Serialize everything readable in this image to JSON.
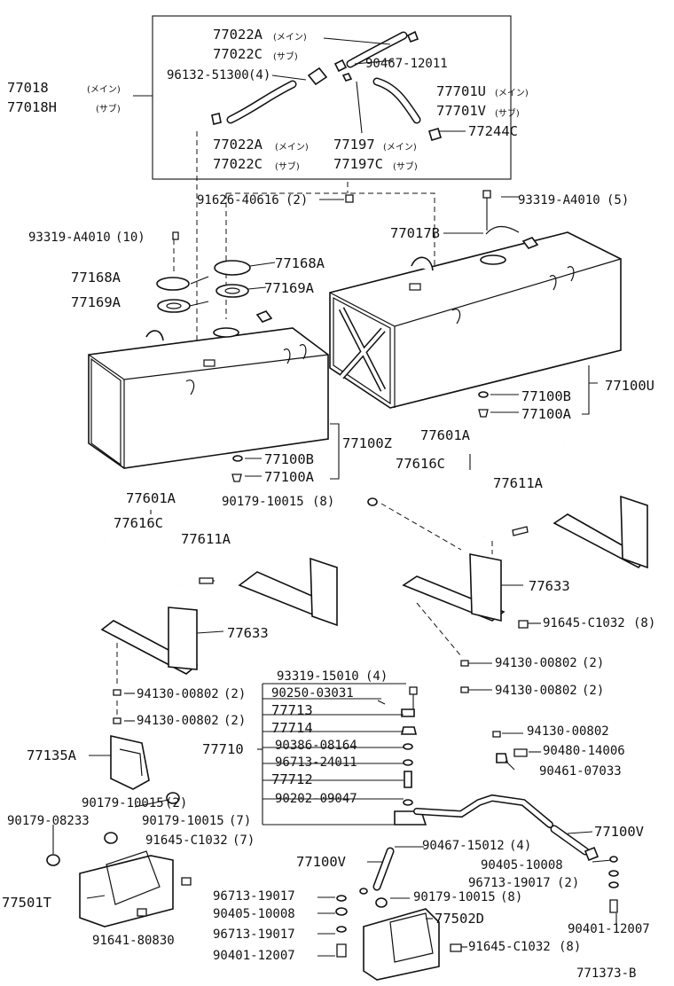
{
  "diagram": {
    "footer_code": "771373-B",
    "labels": {
      "l_77022A_top": "77022A",
      "l_77022C_top": "77022C",
      "l_main": "(メイン)",
      "l_sub": "(サブ)",
      "l_96132": "96132-51300",
      "l_96132_qty": "(4)",
      "l_90467_12011": "90467-12011",
      "l_77018": "77018",
      "l_77018H": "77018H",
      "l_77701U": "77701U",
      "l_77701V": "77701V",
      "l_77244C": "77244C",
      "l_77022A_bot": "77022A",
      "l_77022C_bot": "77022C",
      "l_77197": "77197",
      "l_77197C": "77197C",
      "l_91626": "91626-40616",
      "l_qty2": "(2)",
      "l_93319_5": "93319-A4010",
      "l_qty5": "(5)",
      "l_93319_10": "93319-A4010",
      "l_qty10": "(10)",
      "l_77017B": "77017B",
      "l_77168A_l": "77168A",
      "l_77168A_r": "77168A",
      "l_77169A_l": "77169A",
      "l_77169A_r": "77169A",
      "l_77100B_r": "77100B",
      "l_77100A_r": "77100A",
      "l_77100U": "77100U",
      "l_77100Z": "77100Z",
      "l_77100B_l": "77100B",
      "l_77100A_l": "77100A",
      "l_77601A_r": "77601A",
      "l_77616C_r": "77616C",
      "l_77611A_r": "77611A",
      "l_77601A_l": "77601A",
      "l_77616C_l": "77616C",
      "l_77611A_l": "77611A",
      "l_90179_8": "90179-10015",
      "l_qty8": "(8)",
      "l_77633_l": "77633",
      "l_77633_r": "77633",
      "l_91645_8": "91645-C1032",
      "l_94130_2_r1": "94130-00802",
      "l_94130_2_r2": "94130-00802",
      "l_93319_15010": "93319-15010",
      "l_qty4": "(4)",
      "l_94130_2_l1": "94130-00802",
      "l_90250": "90250-03031",
      "l_77713": "77713",
      "l_94130_2_l2": "94130-00802",
      "l_77714": "77714",
      "l_94130_00802": "94130-00802",
      "l_77710": "77710",
      "l_90386": "90386-08164",
      "l_90480": "90480-14006",
      "l_77135A": "77135A",
      "l_96713_24011": "96713-24011",
      "l_90461": "90461-07033",
      "l_77712": "77712",
      "l_90202": "90202-09047",
      "l_90179_2": "90179-10015",
      "l_77100V_r": "77100V",
      "l_90179_08233": "90179-08233",
      "l_90179_7": "90179-10015",
      "l_qty7": "(7)",
      "l_90467_15012": "90467-15012",
      "l_91645_7": "91645-C1032",
      "l_77100V_l": "77100V",
      "l_90405_r": "90405-10008",
      "l_96713_19017_a": "96713-19017",
      "l_90179_8b": "90179-10015",
      "l_96713_19017_r": "96713-19017",
      "l_90405_l": "90405-10008",
      "l_77502D": "77502D",
      "l_77501T": "77501T",
      "l_96713_19017_b": "96713-19017",
      "l_90401_r": "90401-12007",
      "l_91641": "91641-80830",
      "l_91645_8b": "91645-C1032",
      "l_90401_l": "90401-12007"
    }
  }
}
